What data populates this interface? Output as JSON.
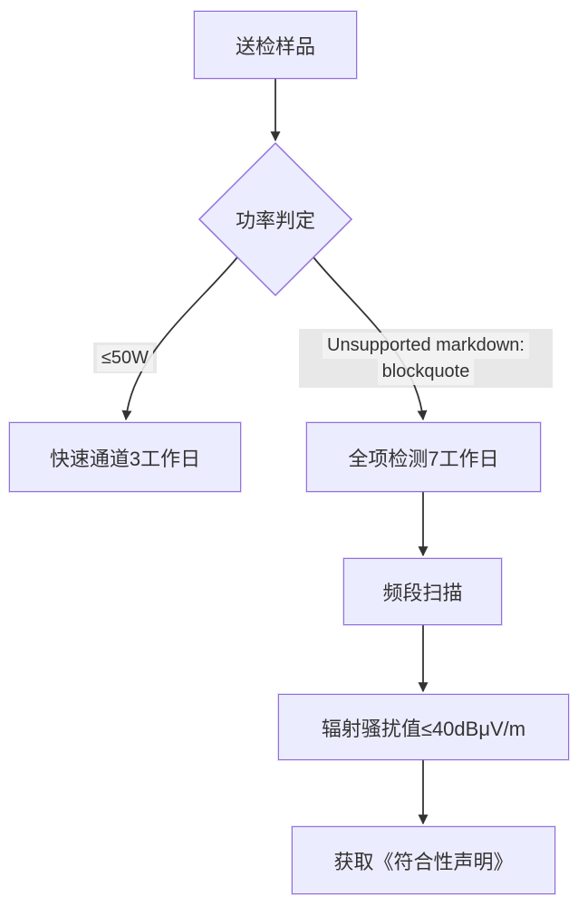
{
  "diagram": {
    "type": "flowchart-top-down",
    "colors": {
      "node_fill": "#ECECFF",
      "node_border": "#9370DB",
      "edge_line": "#333333",
      "edge_label_bg": "#e8e8e8",
      "text": "#333333",
      "background": "#ffffff"
    },
    "nodes": {
      "start": {
        "label": "送检样品",
        "shape": "rect"
      },
      "decision": {
        "label": "功率判定",
        "shape": "diamond"
      },
      "fast": {
        "label": "快速通道3工作日",
        "shape": "rect"
      },
      "full": {
        "label": "全项检测7工作日",
        "shape": "rect"
      },
      "scan": {
        "label": "频段扫描",
        "shape": "rect"
      },
      "radiation": {
        "label": "辐射骚扰值≤40dBμV/m",
        "shape": "rect"
      },
      "final": {
        "label": "获取《符合性声明》",
        "shape": "rect"
      }
    },
    "edge_labels": {
      "le50w": "≤50W",
      "unsupported_line1": "Unsupported markdown:",
      "unsupported_line2": "blockquote"
    },
    "edges": [
      {
        "from": "start",
        "to": "decision",
        "label": ""
      },
      {
        "from": "decision",
        "to": "fast",
        "label": "≤50W"
      },
      {
        "from": "decision",
        "to": "full",
        "label": "Unsupported markdown: blockquote"
      },
      {
        "from": "full",
        "to": "scan",
        "label": ""
      },
      {
        "from": "scan",
        "to": "radiation",
        "label": ""
      },
      {
        "from": "radiation",
        "to": "final",
        "label": ""
      }
    ]
  }
}
